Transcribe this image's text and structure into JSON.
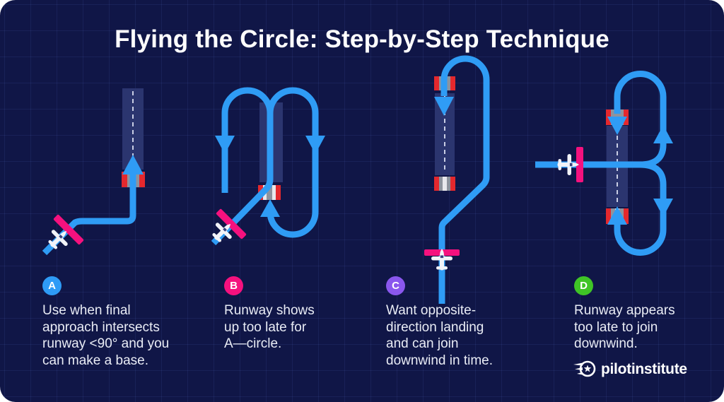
{
  "title": "Flying the Circle: Step-by-Step Technique",
  "steps": [
    {
      "label": "A",
      "badge_color": "#2E9BF6",
      "lines": [
        "Use when final",
        "approach intersects",
        "runway <90° and you",
        "can make a base."
      ]
    },
    {
      "label": "B",
      "badge_color": "#F5117E",
      "lines": [
        "Runway shows",
        "up too late for",
        "A—circle."
      ]
    },
    {
      "label": "C",
      "badge_color": "#8A57EE",
      "lines": [
        "Want opposite-",
        "direction landing",
        "and can join",
        "downwind in time."
      ]
    },
    {
      "label": "D",
      "badge_color": "#3FC426",
      "lines": [
        "Runway appears",
        "too late to join",
        "downwind."
      ]
    }
  ],
  "logo": {
    "brand": "pilotinstitute",
    "icon": "winged-star-badge-icon"
  },
  "icons": [
    "aircraft-icon",
    "winged-star-badge-icon",
    "flight-path-arrow-icon"
  ],
  "colors": {
    "background": "#101647",
    "grid_line": "#232C66",
    "flight_path_blue": "#2F9CF5",
    "runway_fill": "#2B356F",
    "runway_centerline": "#C9CEE4",
    "threshold_red": "#E4282D",
    "threshold_gray": "#8E939D",
    "approach_marker_pink": "#F5117E",
    "title_text": "#FFFFFF",
    "body_text": "#E9ECF5"
  }
}
